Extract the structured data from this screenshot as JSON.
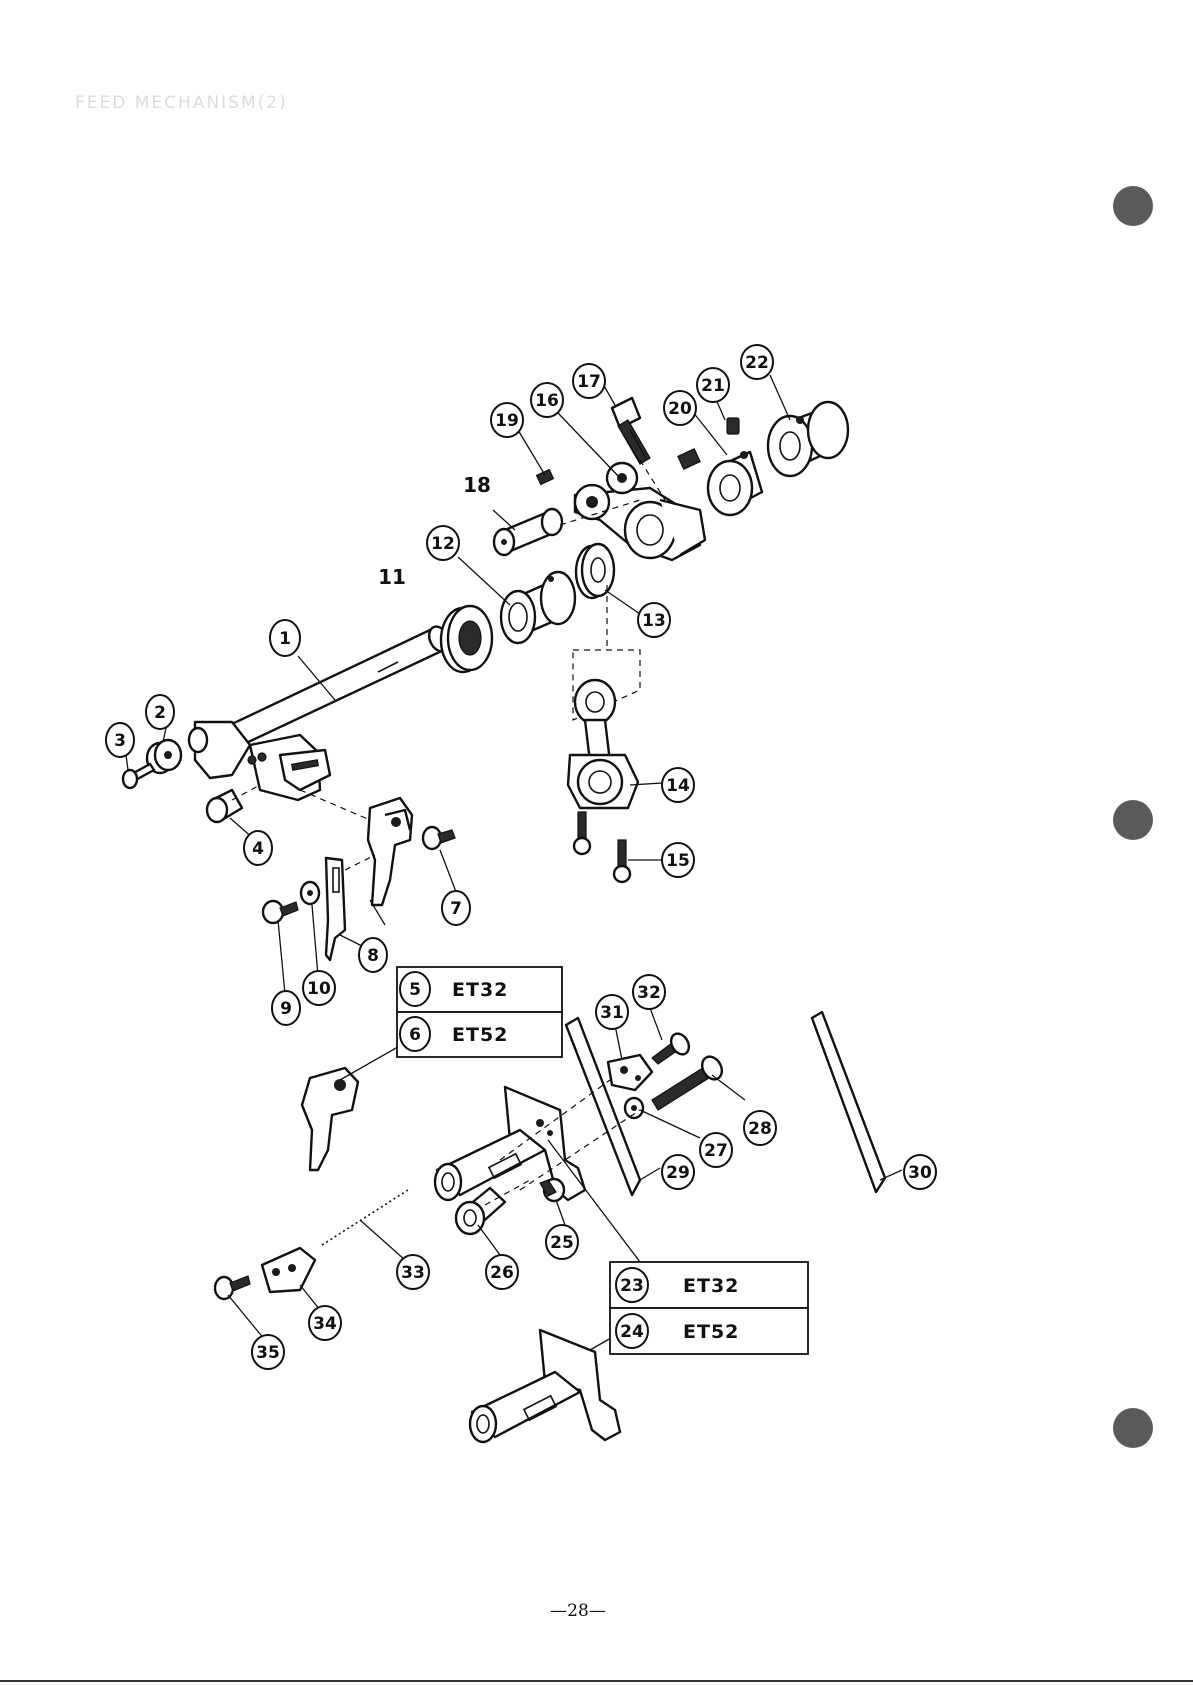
{
  "header": {
    "title": "FEED MECHANISM(2)"
  },
  "callouts": {
    "c1": "1",
    "c2": "2",
    "c3": "3",
    "c4": "4",
    "c7": "7",
    "c8": "8",
    "c9": "9",
    "c10": "10",
    "c11": "11",
    "c12": "12",
    "c13": "13",
    "c14": "14",
    "c15": "15",
    "c16": "16",
    "c17": "17",
    "c18": "18",
    "c19": "19",
    "c20": "20",
    "c21": "21",
    "c22": "22",
    "c25": "25",
    "c26": "26",
    "c27": "27",
    "c28": "28",
    "c29": "29",
    "c30": "30",
    "c31": "31",
    "c32": "32",
    "c33": "33",
    "c34": "34",
    "c35": "35"
  },
  "model_boxes": [
    {
      "number": "5",
      "model": "ET32"
    },
    {
      "number": "6",
      "model": "ET52"
    },
    {
      "number": "23",
      "model": "ET32"
    },
    {
      "number": "24",
      "model": "ET52"
    }
  ],
  "footer": {
    "page_number": "—28—"
  },
  "binder_holes": 3
}
